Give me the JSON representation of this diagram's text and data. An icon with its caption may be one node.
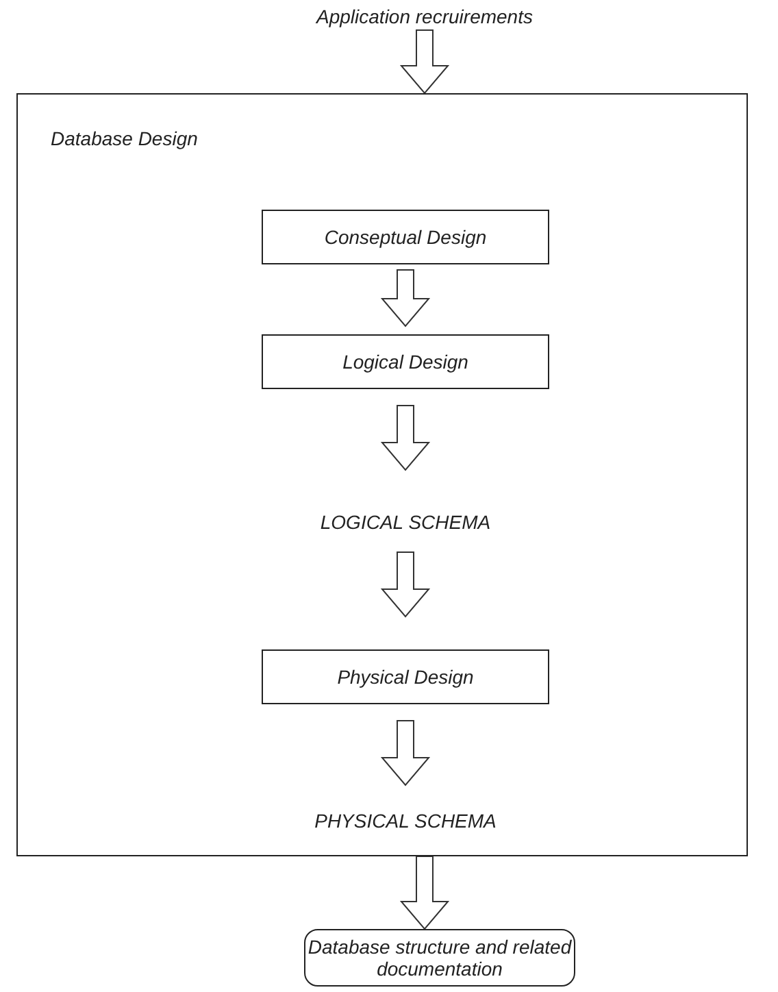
{
  "diagram": {
    "nodes": [
      {
        "text": [
          "Application recruirements"
        ]
      },
      {
        "text": [
          "Database Design"
        ]
      },
      {
        "text": [
          "Conseptual Design"
        ],
        "in": 1
      },
      {
        "text": [
          "Logical Design"
        ],
        "in": 1
      },
      {
        "text": [
          "LOGICAL SCHEMA"
        ],
        "in": 1
      },
      {
        "text": [
          "Physical Design"
        ],
        "in": 1
      },
      {
        "text": [
          "PHYSICAL SCHEMA"
        ],
        "in": 1
      },
      {
        "text": [
          "Database structure and related documentation"
        ]
      }
    ],
    "edges": [
      {
        "from": 0,
        "to": 1,
        "arrow": "to"
      },
      {
        "from": 2,
        "to": 3,
        "arrow": "to"
      },
      {
        "from": 3,
        "to": 4,
        "arrow": "to"
      },
      {
        "from": 4,
        "to": 5,
        "arrow": "to"
      },
      {
        "from": 5,
        "to": 6,
        "arrow": "to"
      },
      {
        "from": 1,
        "to": 7,
        "arrow": "to"
      }
    ]
  }
}
